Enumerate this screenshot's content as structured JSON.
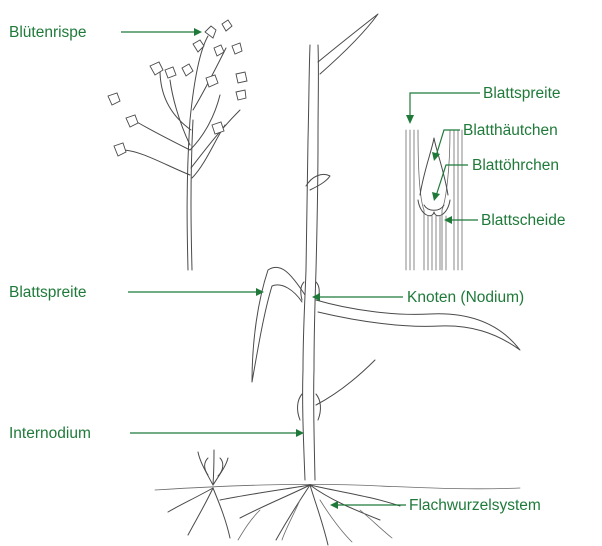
{
  "labels": {
    "bluetenrispe": "Blütenrispe",
    "blattspreite_right": "Blattspreite",
    "blatthaeutchen": "Blatthäutchen",
    "blattoehrchen": "Blattöhrchen",
    "blattscheide": "Blattscheide",
    "knoten": "Knoten (Nodium)",
    "blattspreite_left": "Blattspreite",
    "internodium": "Internodium",
    "flachwurzelsystem": "Flachwurzelsystem"
  },
  "colors": {
    "label_text": "#1f7a3a",
    "leader_line": "#1f7a3a",
    "drawing_ink": "#4a4a4a"
  }
}
